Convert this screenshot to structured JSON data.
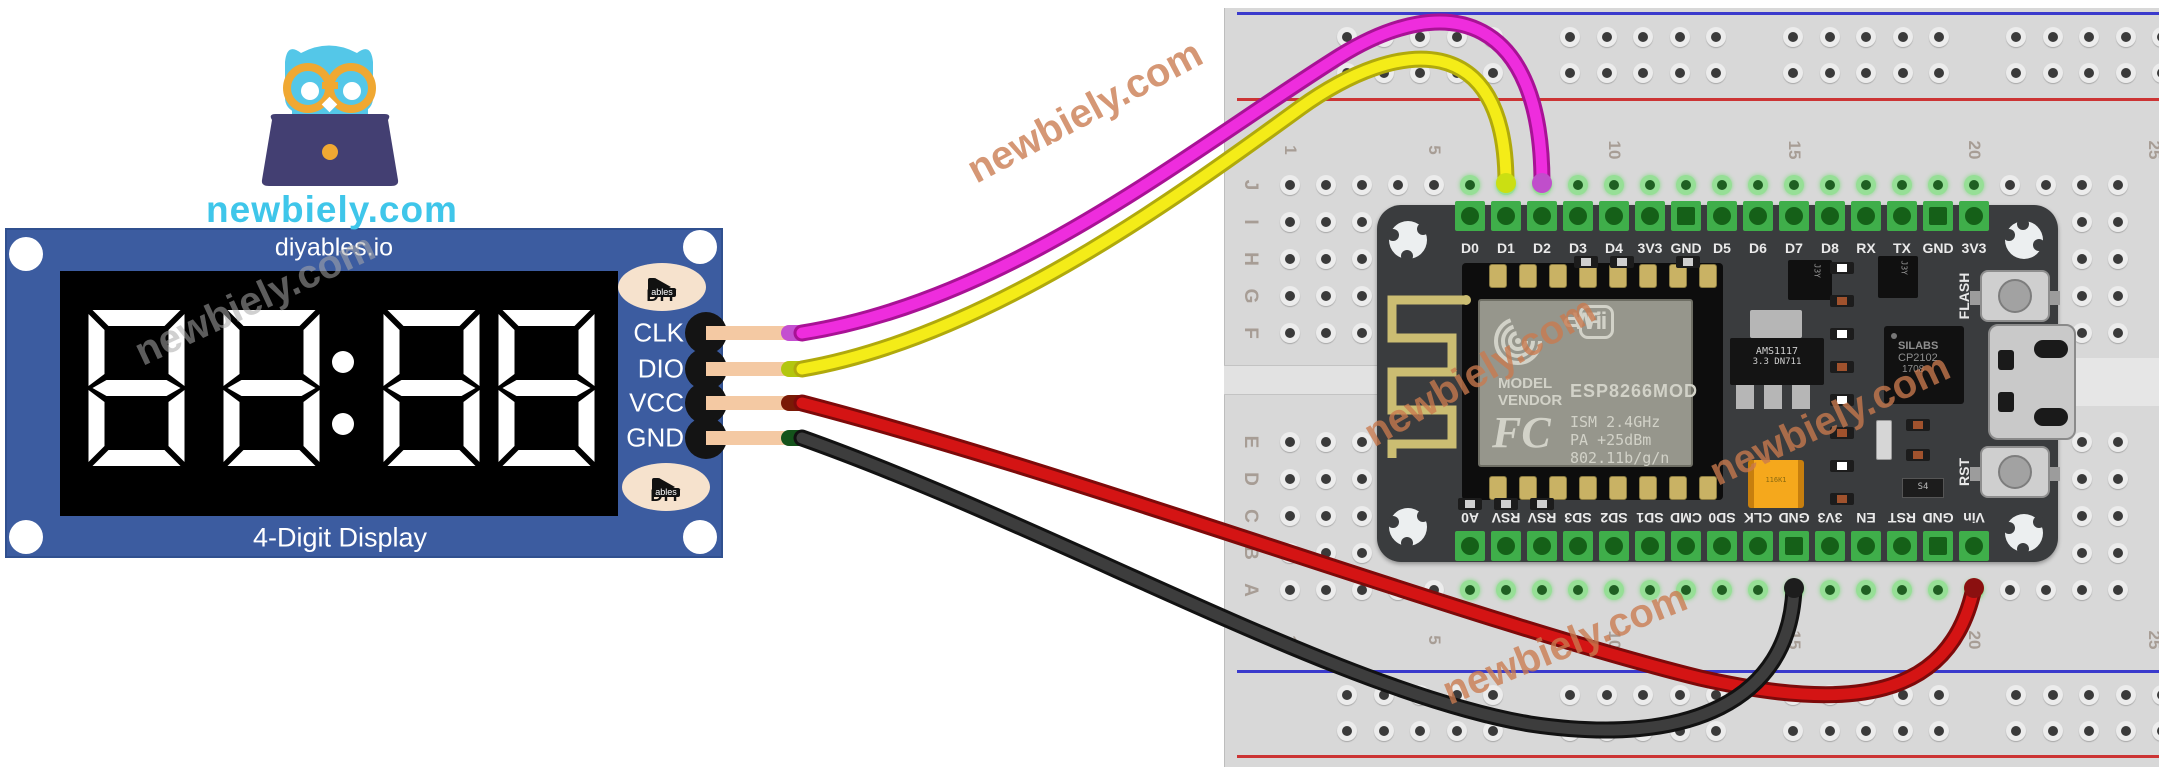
{
  "site": {
    "logo_text": "newbiely.com",
    "watermark": "newbiely.com"
  },
  "display_module": {
    "brand_top": "diyables.io",
    "label_bottom": "4-Digit Display",
    "value": "88:88",
    "pins": [
      {
        "name": "CLK",
        "cap_color": "#c44fd0"
      },
      {
        "name": "DIO",
        "cap_color": "#b3c60e"
      },
      {
        "name": "VCC",
        "cap_color": "#7a1a06"
      },
      {
        "name": "GND",
        "cap_color": "#14531b"
      }
    ],
    "diy_logo": {
      "text": "DIY",
      "sub": "ables"
    }
  },
  "breadboard": {
    "column_numbers": [
      "1",
      "5",
      "10",
      "15",
      "20",
      "25"
    ],
    "row_letters_top": [
      "J",
      "I",
      "H",
      "G",
      "F"
    ],
    "row_letters_bottom": [
      "E",
      "D",
      "C",
      "B",
      "A"
    ],
    "rail_colors": {
      "blue": "#3a3acc",
      "red": "#cc3434"
    }
  },
  "esp8266": {
    "top_pins": [
      "D0",
      "D1",
      "D2",
      "D3",
      "D4",
      "3V3",
      "GND",
      "D5",
      "D6",
      "D7",
      "D8",
      "RX",
      "TX",
      "GND",
      "3V3"
    ],
    "bottom_pins": [
      "A0",
      "RSV",
      "RSV",
      "SD3",
      "SD2",
      "SD1",
      "CMD",
      "SD0",
      "CLK",
      "GND",
      "3V3",
      "EN",
      "RST",
      "GND",
      "Vin"
    ],
    "module": {
      "brand_line1": "MODEL",
      "brand_line2": "VENDOR",
      "name": "ESP8266MOD",
      "wifi_wi": "Wi",
      "wifi_fi": "Fi",
      "fcc": "FC",
      "specs": [
        "ISM 2.4GHz",
        "PA  +25dBm",
        "802.11b/g/n"
      ]
    },
    "regulator": {
      "line1": "AMS1117",
      "line2": "3.3  DN711"
    },
    "usb_chip": {
      "line1": "SILABS",
      "line2": "CP2102",
      "line3": "1708"
    },
    "buttons": [
      {
        "label": "FLASH"
      },
      {
        "label": "RST"
      }
    ],
    "small_parts": {
      "transistor": "J3Y",
      "s4": "S4",
      "cap": "116K1"
    }
  },
  "wires": [
    {
      "name": "clk-wire",
      "from": "CLK",
      "to": "D2",
      "color": "#ee2ddd",
      "edge": "#a81295"
    },
    {
      "name": "dio-wire",
      "from": "DIO",
      "to": "D1",
      "color": "#f4ec18",
      "edge": "#b0a90c"
    },
    {
      "name": "vcc-wire",
      "from": "VCC",
      "to": "Vin",
      "color": "#d41414",
      "edge": "#7d0a0a"
    },
    {
      "name": "gnd-wire",
      "from": "GND",
      "to": "GND",
      "color": "#3d3d3d",
      "edge": "#121212"
    }
  ],
  "colors": {
    "pcb_blue": "#3c5ca0",
    "breadboard": "#d8d8d8",
    "esp_board": "#3a3c3e",
    "logo_cyan": "#3fc6ea",
    "pin_green": "#3fae4a",
    "watermark_tan": "#c97a4e"
  }
}
